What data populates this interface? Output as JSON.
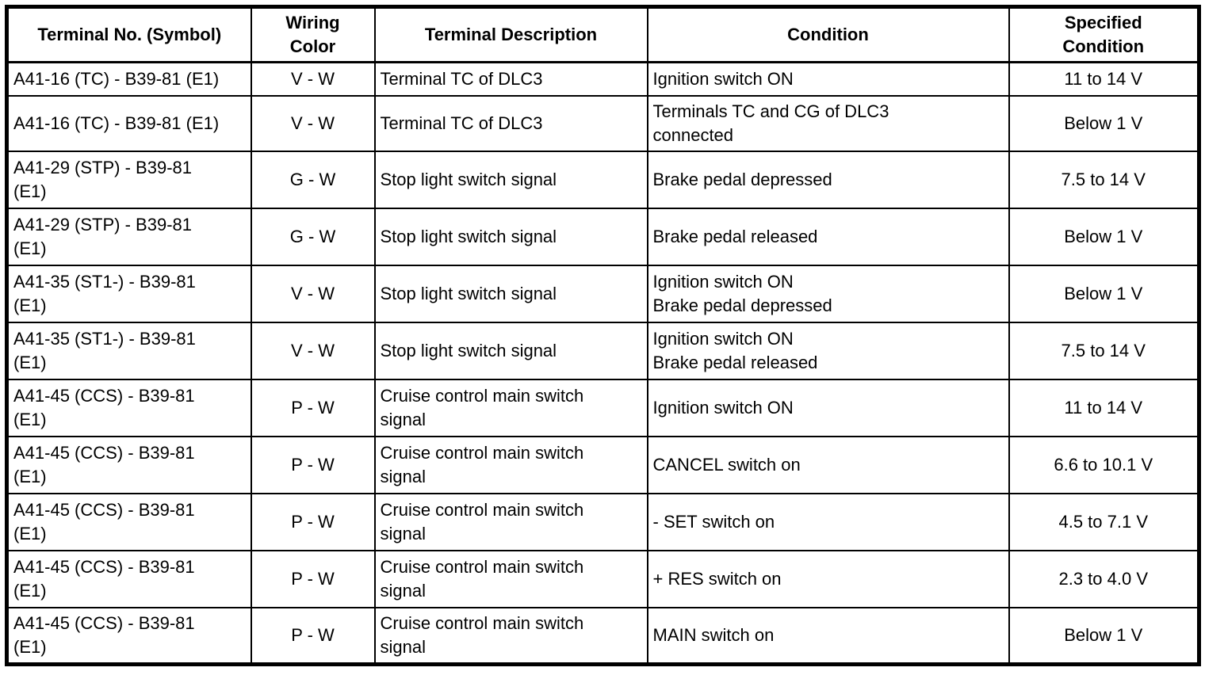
{
  "table": {
    "headers": [
      {
        "key": "terminal",
        "label": "Terminal No. (Symbol)"
      },
      {
        "key": "color",
        "label": "Wiring\nColor"
      },
      {
        "key": "description",
        "label": "Terminal Description"
      },
      {
        "key": "condition",
        "label": "Condition"
      },
      {
        "key": "specified",
        "label": "Specified\nCondition"
      }
    ],
    "rows": [
      {
        "terminal": "A41-16 (TC) - B39-81 (E1)",
        "color": "V - W",
        "description": "Terminal TC of DLC3",
        "condition": "Ignition switch ON",
        "specified": "11 to 14 V"
      },
      {
        "terminal": "A41-16 (TC) - B39-81 (E1)",
        "color": "V - W",
        "description": "Terminal TC of DLC3",
        "condition": "Terminals TC and CG of DLC3\nconnected",
        "specified": "Below 1 V"
      },
      {
        "terminal": "A41-29 (STP) - B39-81\n(E1)",
        "color": "G - W",
        "description": "Stop light switch signal",
        "condition": "Brake pedal depressed",
        "specified": "7.5 to 14 V"
      },
      {
        "terminal": "A41-29 (STP) - B39-81\n(E1)",
        "color": "G - W",
        "description": "Stop light switch signal",
        "condition": "Brake pedal released",
        "specified": "Below 1 V"
      },
      {
        "terminal": "A41-35 (ST1-) - B39-81\n(E1)",
        "color": "V - W",
        "description": "Stop light switch signal",
        "condition": "Ignition switch ON\nBrake pedal depressed",
        "specified": "Below 1 V"
      },
      {
        "terminal": "A41-35 (ST1-) - B39-81\n(E1)",
        "color": "V - W",
        "description": "Stop light switch signal",
        "condition": "Ignition switch ON\nBrake pedal released",
        "specified": "7.5 to 14 V"
      },
      {
        "terminal": "A41-45 (CCS) - B39-81\n(E1)",
        "color": "P - W",
        "description": "Cruise control main switch\nsignal",
        "condition": "Ignition switch ON",
        "specified": "11 to 14 V"
      },
      {
        "terminal": "A41-45 (CCS) - B39-81\n(E1)",
        "color": "P - W",
        "description": "Cruise control main switch\nsignal",
        "condition": "CANCEL switch on",
        "specified": "6.6 to 10.1 V"
      },
      {
        "terminal": "A41-45 (CCS) - B39-81\n(E1)",
        "color": "P - W",
        "description": "Cruise control main switch\nsignal",
        "condition": "- SET switch on",
        "specified": "4.5 to 7.1 V"
      },
      {
        "terminal": "A41-45 (CCS) - B39-81\n(E1)",
        "color": "P - W",
        "description": "Cruise control main switch\nsignal",
        "condition": "+ RES switch on",
        "specified": "2.3 to 4.0 V"
      },
      {
        "terminal": "A41-45 (CCS) - B39-81\n(E1)",
        "color": "P - W",
        "description": "Cruise control main switch\nsignal",
        "condition": "MAIN switch on",
        "specified": "Below 1 V"
      }
    ]
  }
}
